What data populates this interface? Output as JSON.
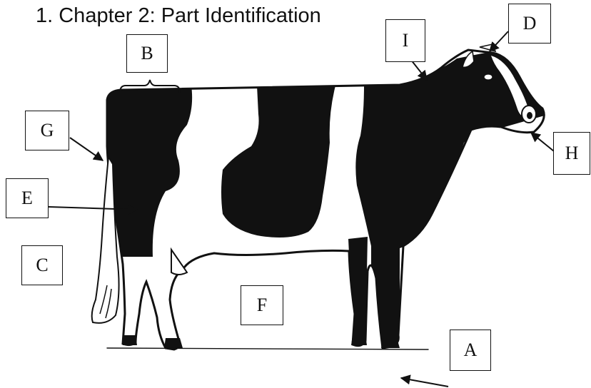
{
  "title": "1. Chapter 2: Part Identification",
  "labels": {
    "A": "A",
    "B": "B",
    "C": "C",
    "D": "D",
    "E": "E",
    "F": "F",
    "G": "G",
    "H": "H",
    "I": "I"
  },
  "colors": {
    "ink": "#111111",
    "background": "#ffffff"
  }
}
